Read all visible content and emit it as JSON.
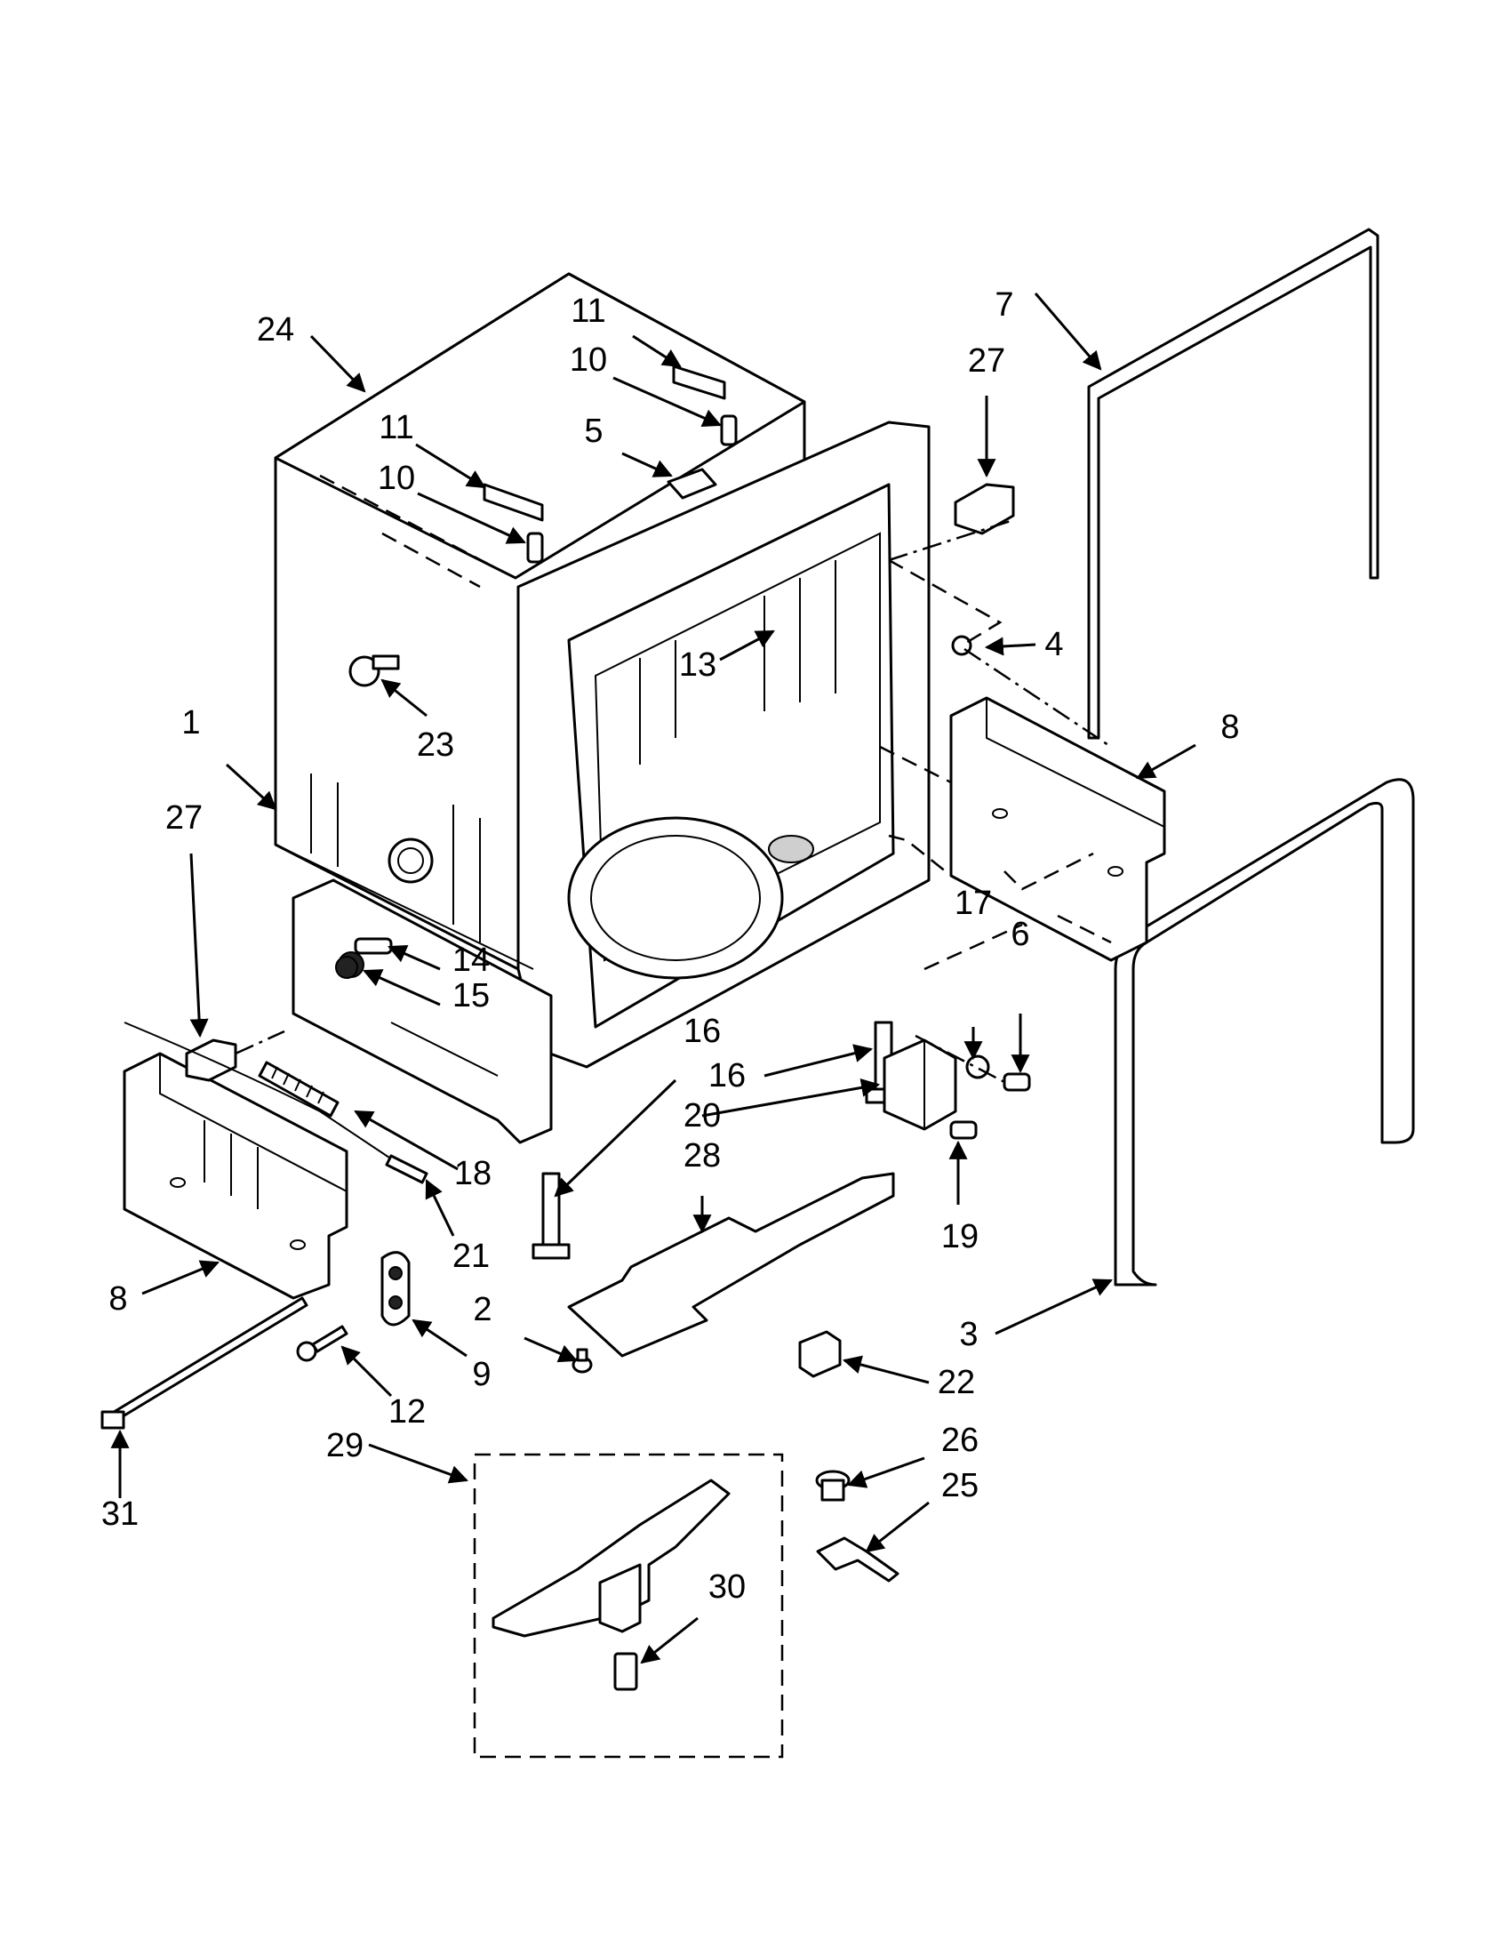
{
  "diagram": {
    "labels": {
      "p1": "1",
      "p2": "2",
      "p3": "3",
      "p4": "4",
      "p5": "5",
      "p6": "6",
      "p7": "7",
      "p8a": "8",
      "p8b": "8",
      "p9": "9",
      "p10a": "10",
      "p10b": "10",
      "p11a": "11",
      "p11b": "11",
      "p12": "12",
      "p13": "13",
      "p14": "14",
      "p15": "15",
      "p16a": "16",
      "p16b": "16",
      "p17": "17",
      "p18": "18",
      "p19": "19",
      "p20": "20",
      "p21": "21",
      "p22": "22",
      "p23": "23",
      "p24": "24",
      "p25": "25",
      "p26": "26",
      "p27a": "27",
      "p27b": "27",
      "p28": "28",
      "p29": "29",
      "p30": "30",
      "p31": "31"
    }
  }
}
